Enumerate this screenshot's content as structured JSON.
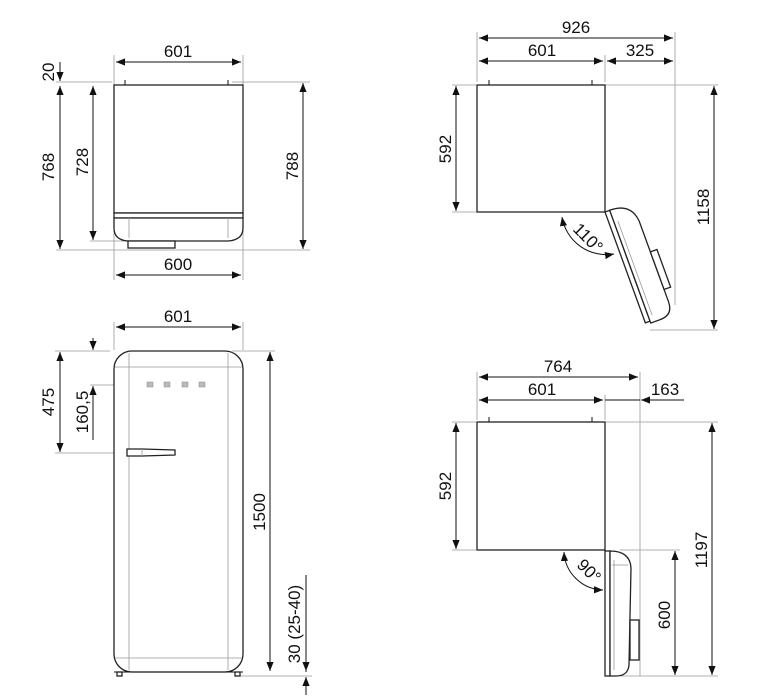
{
  "title": "Refrigerator dimension drawing (mm)",
  "top_view_closed": {
    "width_top": "601",
    "pin_height": "20",
    "depth": "768",
    "depth_body": "728",
    "depth_total": "788",
    "width_bottom": "600"
  },
  "top_view_110": {
    "total_width": "926",
    "body_width": "601",
    "door_overhang": "325",
    "depth": "592",
    "total_depth": "1158",
    "angle": "110°"
  },
  "front_view": {
    "width": "601",
    "handle_height": "475",
    "logo_offset": "160,5",
    "height": "1500",
    "feet": "30 (25-40)"
  },
  "top_view_90": {
    "total_width": "764",
    "body_width": "601",
    "door_overhang": "163",
    "depth": "592",
    "total_depth": "1197",
    "door_width": "600",
    "angle": "90°"
  }
}
